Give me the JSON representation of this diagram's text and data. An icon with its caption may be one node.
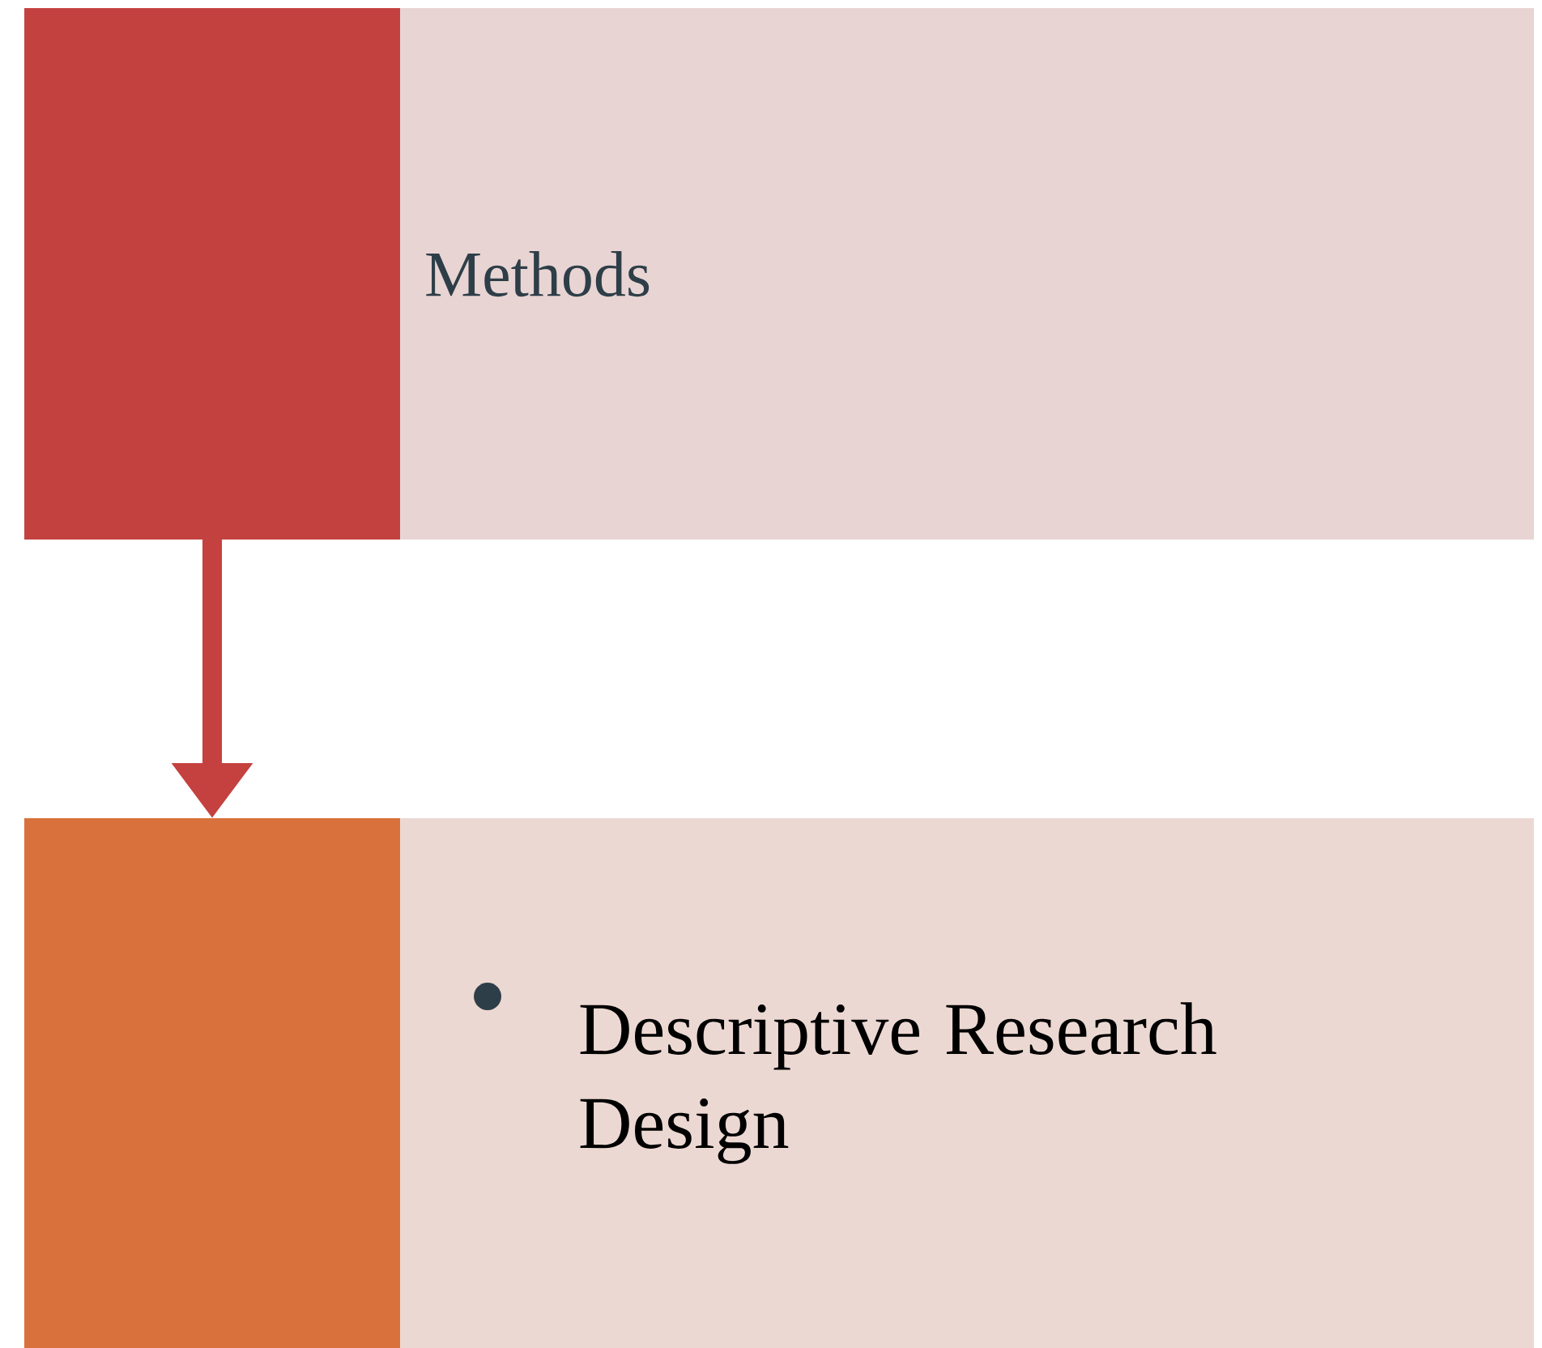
{
  "diagram": {
    "nodes": [
      {
        "text": [],
        "shape": "box"
      },
      {
        "text": [
          "Methods"
        ]
      },
      {
        "text": [],
        "shape": "box"
      },
      {
        "text": [
          "Descriptive Research Design"
        ]
      }
    ],
    "edges": [
      {
        "from": 0,
        "to": 2,
        "arrow": "to"
      }
    ]
  }
}
